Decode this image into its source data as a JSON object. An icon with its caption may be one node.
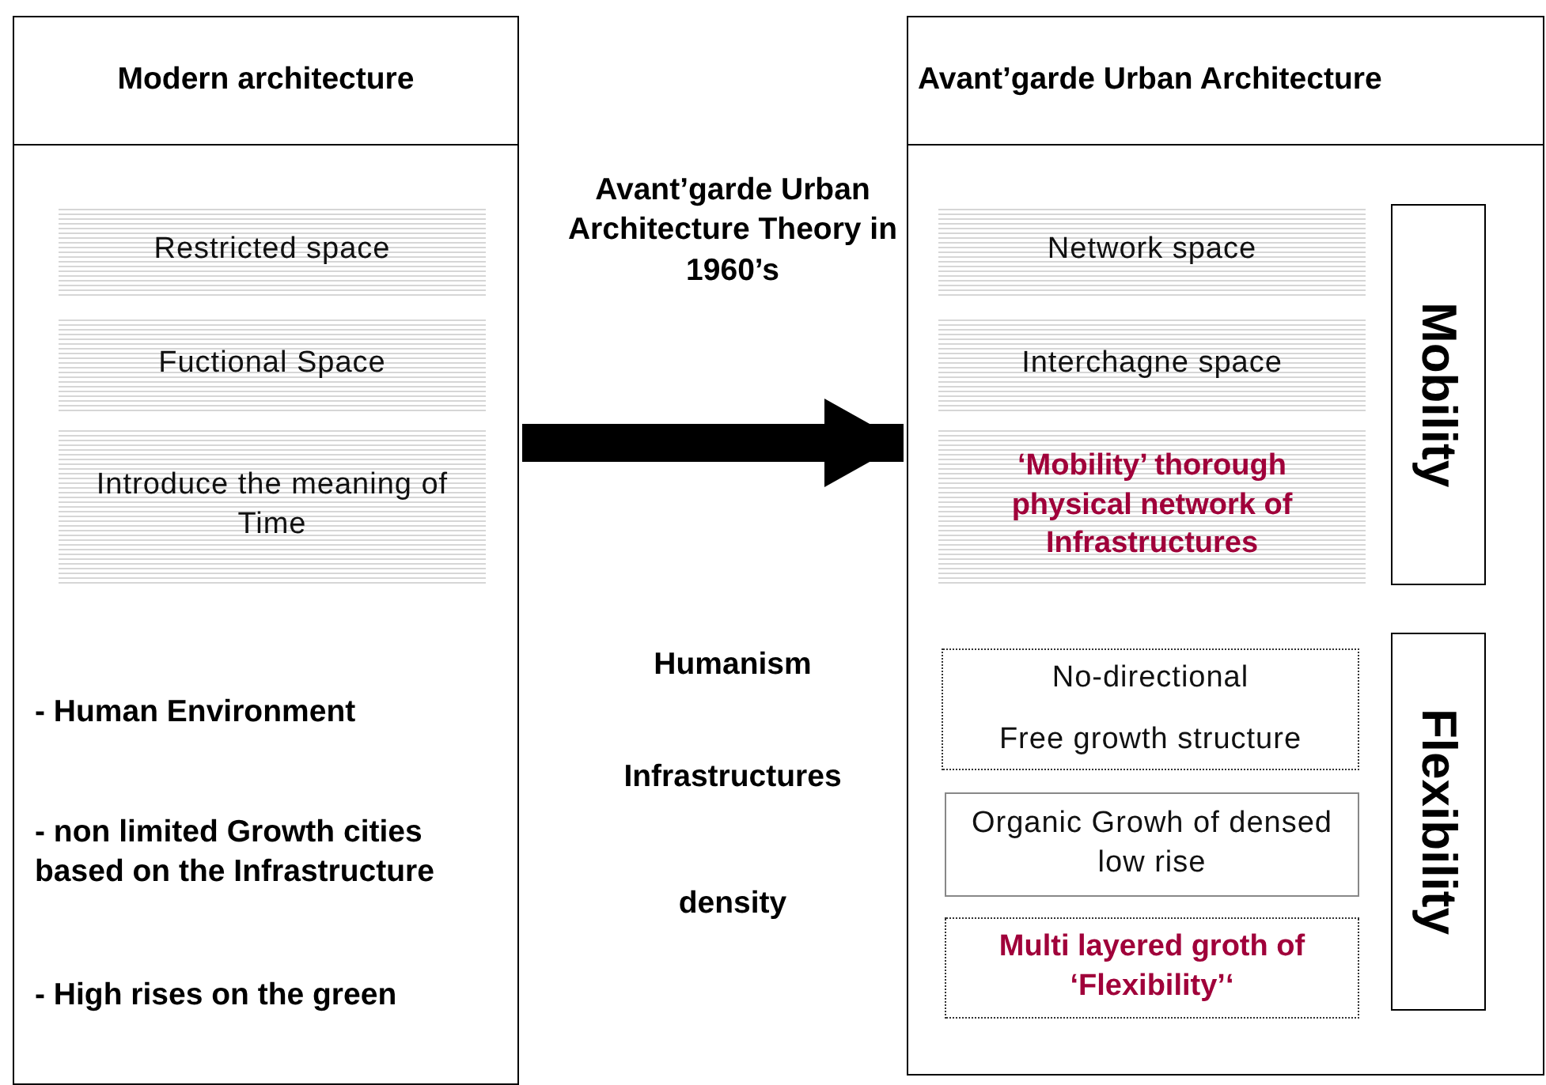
{
  "diagram": {
    "nodes": [
      {
        "text": [
          "Modern architecture"
        ]
      },
      {
        "text": [
          "Restricted space"
        ],
        "in": 0
      },
      {
        "text": [
          "Fuctional Space"
        ],
        "in": 0
      },
      {
        "text": [
          "Introduce the meaning of Time"
        ],
        "in": 0
      },
      {
        "text": [
          "Avant’garde Urban Architecture"
        ]
      },
      {
        "text": [
          "Network space"
        ],
        "in": 4
      },
      {
        "text": [
          "Interchagne space"
        ],
        "in": 4
      },
      {
        "text": [
          "‘Mobility’ thorough physical network of Infrastructures"
        ],
        "in": 4
      },
      {
        "text": [
          "Mobility"
        ],
        "in": 4
      },
      {
        "text": [
          "No-directional",
          "Free growth structure"
        ],
        "in": 4
      },
      {
        "text": [
          "Organic Growh of densed low rise"
        ],
        "in": 4
      },
      {
        "text": [
          "Multi layered groth of ‘Flexibility’‘"
        ],
        "in": 4
      },
      {
        "text": [
          "Flexibility"
        ],
        "in": 4
      }
    ],
    "edges": [
      {
        "from": 0,
        "to": 4,
        "arrow": "to"
      }
    ],
    "labels": [
      "Avant’garde Urban Architecture Theory in 1960’s",
      "Humanism",
      "Infrastructures",
      "density",
      "- Human Environment",
      "- non limited Growth cities based on the Infrastructure",
      "- High rises on the green"
    ]
  }
}
